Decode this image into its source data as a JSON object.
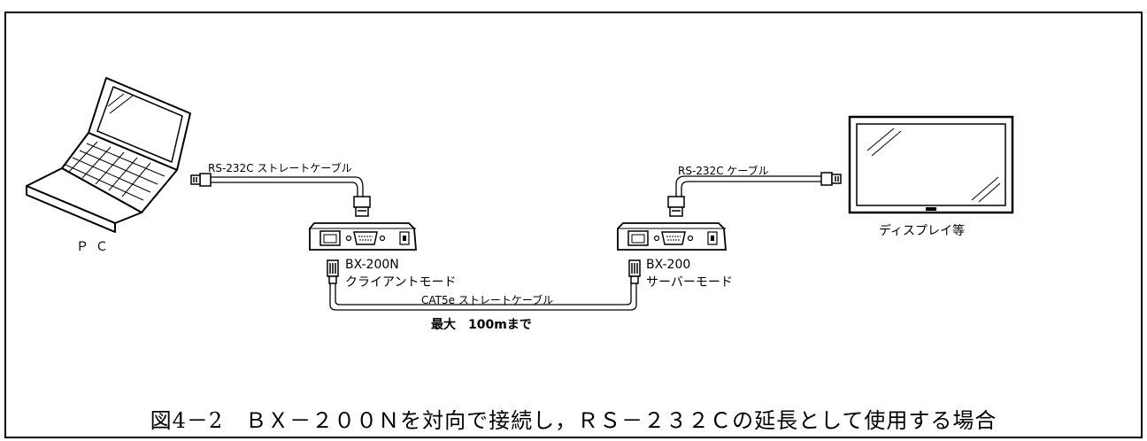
{
  "pc": {
    "label": "ＰＣ"
  },
  "display": {
    "label": "ディスプレイ等"
  },
  "cable_pc": {
    "label": "RS-232C ストレートケーブル"
  },
  "cable_display": {
    "label": "RS-232C ケーブル"
  },
  "cable_cat": {
    "label": "CAT5e ストレートケーブル",
    "note": "最大　100mまで"
  },
  "client_unit": {
    "model": "BX-200N",
    "mode": "クライアントモード"
  },
  "server_unit": {
    "model": "BX-200",
    "mode": "サーバーモード"
  },
  "caption": "図4－2　ＢＸ－２００Ｎを対向で接続し，ＲＳ－２３２Ｃの延長として使用する場合"
}
